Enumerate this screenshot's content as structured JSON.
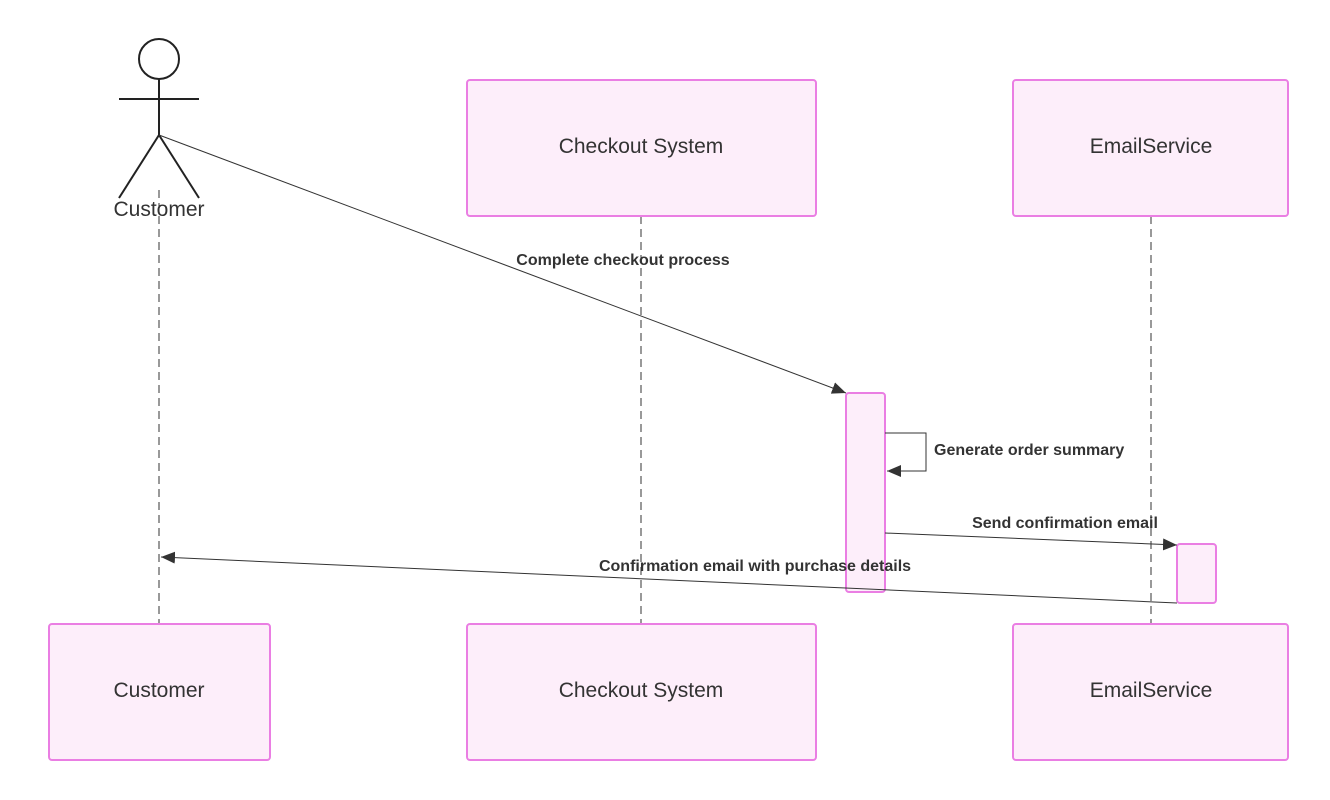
{
  "participants": {
    "customer": {
      "top_label": "Customer",
      "bottom_label": "Customer"
    },
    "checkout": {
      "top_label": "Checkout System",
      "bottom_label": "Checkout System"
    },
    "email": {
      "top_label": "EmailService",
      "bottom_label": "EmailService"
    }
  },
  "messages": [
    {
      "from": "Customer",
      "to": "Checkout System",
      "label": "Complete checkout process"
    },
    {
      "from": "Checkout System",
      "to": "Checkout System",
      "label": "Generate order summary"
    },
    {
      "from": "Checkout System",
      "to": "EmailService",
      "label": "Send confirmation email"
    },
    {
      "from": "EmailService",
      "to": "Customer",
      "label": "Confirmation email with purchase details"
    }
  ],
  "colors": {
    "box_fill": "#fdeefa",
    "box_stroke": "#ea7ee3",
    "line": "#333333"
  }
}
